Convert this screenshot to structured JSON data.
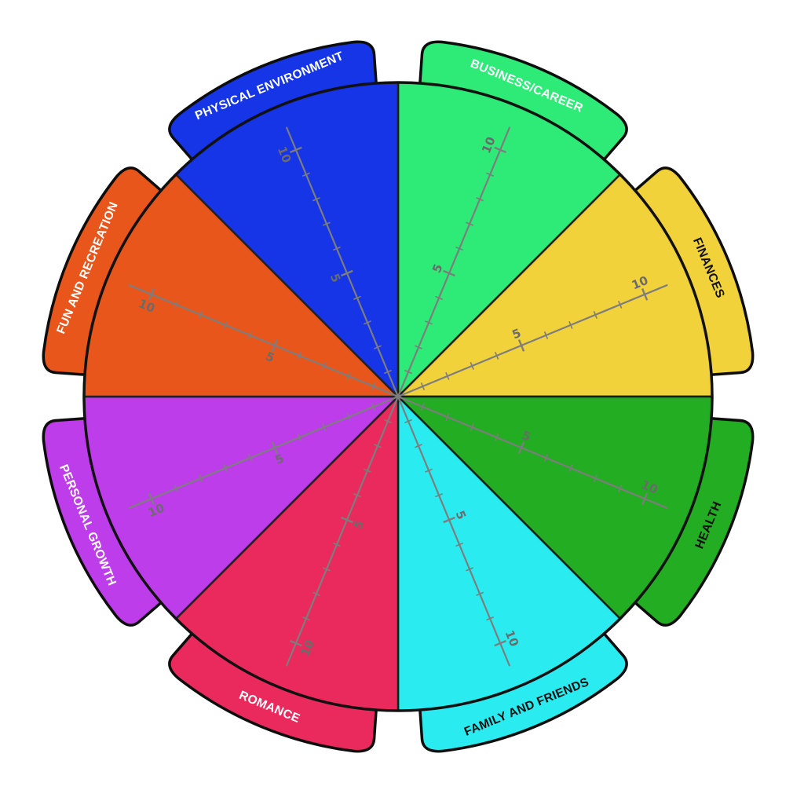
{
  "title": "",
  "scale": {
    "max": 10,
    "labeled_ticks": [
      5,
      10
    ]
  },
  "segments": [
    {
      "label": "BUSINESS/CAREER",
      "color": "#2EEB78",
      "label_color": "#ffffff"
    },
    {
      "label": "FINANCES",
      "color": "#F2D23A",
      "label_color": "#111111"
    },
    {
      "label": "HEALTH",
      "color": "#22AD22",
      "label_color": "#111111"
    },
    {
      "label": "FAMILY AND FRIENDS",
      "color": "#2BECF0",
      "label_color": "#111111"
    },
    {
      "label": "ROMANCE",
      "color": "#EA2A5C",
      "label_color": "#ffffff"
    },
    {
      "label": "PERSONAL GROWTH",
      "color": "#BE3CEB",
      "label_color": "#ffffff"
    },
    {
      "label": "FUN AND RECREATION",
      "color": "#E8561C",
      "label_color": "#ffffff"
    },
    {
      "label": "PHYSICAL ENVIRONMENT",
      "color": "#1634E6",
      "label_color": "#ffffff"
    }
  ]
}
